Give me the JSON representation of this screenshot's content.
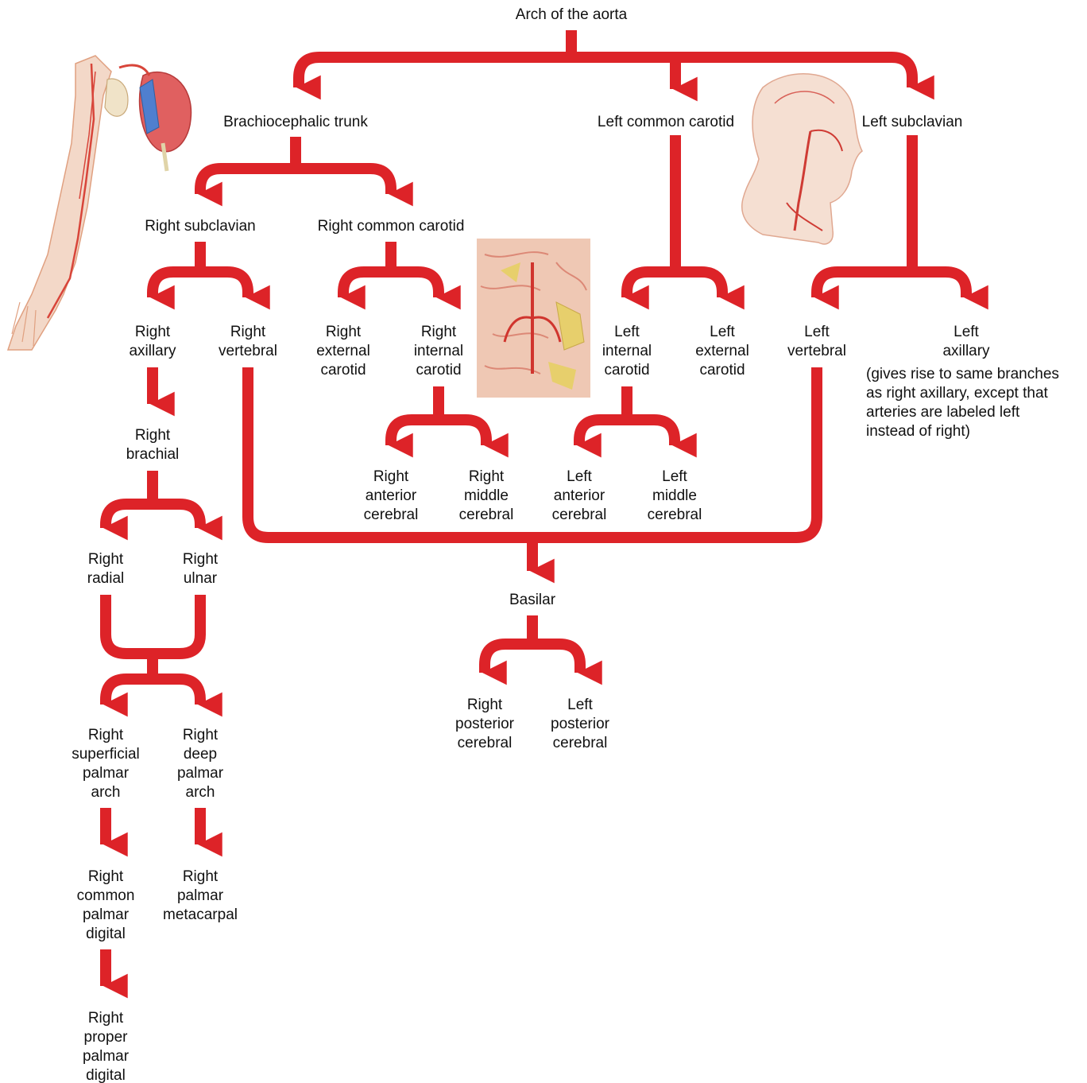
{
  "colors": {
    "arrow": "#dd2328",
    "text": "#111111",
    "background": "#ffffff"
  },
  "illustrations": [
    "arm-and-heart-arteries",
    "head-and-neck-arteries",
    "brain-base-arteries"
  ],
  "labels": {
    "arch_of_aorta": "Arch of the aorta",
    "brachiocephalic_trunk": "Brachiocephalic trunk",
    "left_common_carotid": "Left common carotid",
    "left_subclavian": "Left subclavian",
    "right_subclavian": "Right subclavian",
    "right_common_carotid": "Right common carotid",
    "right_axillary": "Right\naxillary",
    "right_vertebral": "Right\nvertebral",
    "right_external_carotid": "Right\nexternal\ncarotid",
    "right_internal_carotid": "Right\ninternal\ncarotid",
    "left_internal_carotid": "Left\ninternal\ncarotid",
    "left_external_carotid": "Left\nexternal\ncarotid",
    "left_vertebral": "Left\nvertebral",
    "left_axillary": "Left\naxillary",
    "left_axillary_note": "(gives rise to same branches\nas right axillary, except that\narteries are labeled left\ninstead of right)",
    "right_brachial": "Right\nbrachial",
    "right_anterior_cerebral": "Right\nanterior\ncerebral",
    "right_middle_cerebral": "Right\nmiddle\ncerebral",
    "left_anterior_cerebral": "Left\nanterior\ncerebral",
    "left_middle_cerebral": "Left\nmiddle\ncerebral",
    "right_radial": "Right\nradial",
    "right_ulnar": "Right\nulnar",
    "basilar": "Basilar",
    "right_posterior_cerebral": "Right\nposterior\ncerebral",
    "left_posterior_cerebral": "Left\nposterior\ncerebral",
    "right_superficial_palmar_arch": "Right\nsuperficial\npalmar\narch",
    "right_deep_palmar_arch": "Right\ndeep\npalmar\narch",
    "right_common_palmar_digital": "Right\ncommon\npalmar\ndigital",
    "right_palmar_metacarpal": "Right\npalmar\nmetacarpal",
    "right_proper_palmar_digital": "Right\nproper\npalmar\ndigital"
  }
}
